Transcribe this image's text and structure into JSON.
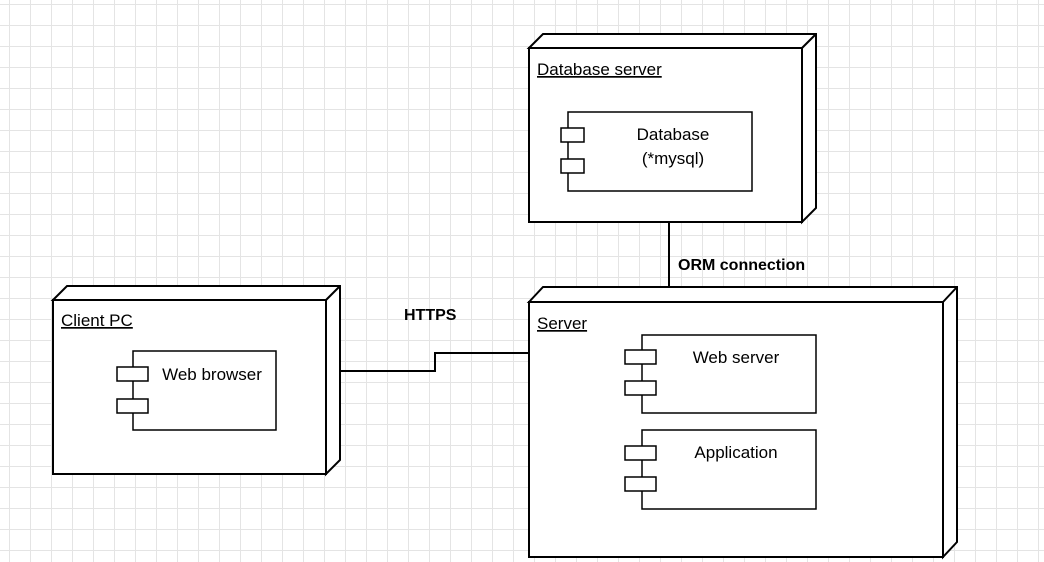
{
  "diagram": {
    "nodes": {
      "database_server": {
        "title": "Database server",
        "component": {
          "line1": "Database",
          "line2": "(*mysql)"
        }
      },
      "client_pc": {
        "title": "Client PC",
        "component": {
          "line1": "Web browser"
        }
      },
      "server": {
        "title": "Server",
        "components": [
          {
            "line1": "Web server"
          },
          {
            "line1": "Application"
          }
        ]
      }
    },
    "edges": {
      "orm": {
        "label": "ORM connection"
      },
      "https": {
        "label": "HTTPS"
      }
    }
  }
}
